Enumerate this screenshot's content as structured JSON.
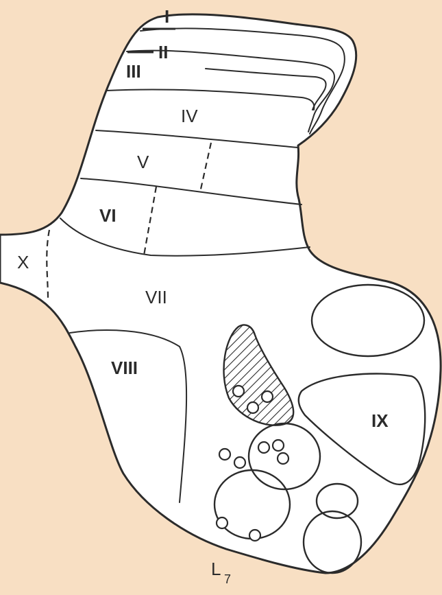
{
  "labels": {
    "lamina_i": "I",
    "lamina_ii": "II",
    "lamina_iii": "III",
    "lamina_iv": "IV",
    "lamina_v": "V",
    "lamina_vi": "VI",
    "lamina_vii": "VII",
    "lamina_viii": "VIII",
    "lamina_ix": "IX",
    "lamina_x": "X",
    "segment_base": "L",
    "segment_number": "7"
  },
  "colors": {
    "background": "#f8dfc3",
    "grey_matter": "#ffffff",
    "line": "#2b2b2b"
  }
}
